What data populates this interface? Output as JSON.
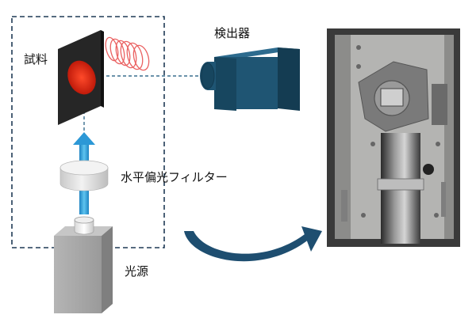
{
  "labels": {
    "sample": "試料",
    "detector": "検出器",
    "filter": "水平偏光フィルター",
    "light_source": "光源"
  },
  "colors": {
    "frame_dash": "#1f3a55",
    "beam_dash": "#3a6e8e",
    "sample_plate": "#2b2b2b",
    "sample_spot": "#d02010",
    "fluorescence": "#e85050",
    "detector_body": "#1f5573",
    "detector_dark": "#143c52",
    "beam_arrow": "#38a6dc",
    "filter_body": "#e4e4e4",
    "source_body": "#a8a8a8",
    "curved_arrow": "#1e4e70",
    "photo_bg": "#3a3a3a"
  }
}
